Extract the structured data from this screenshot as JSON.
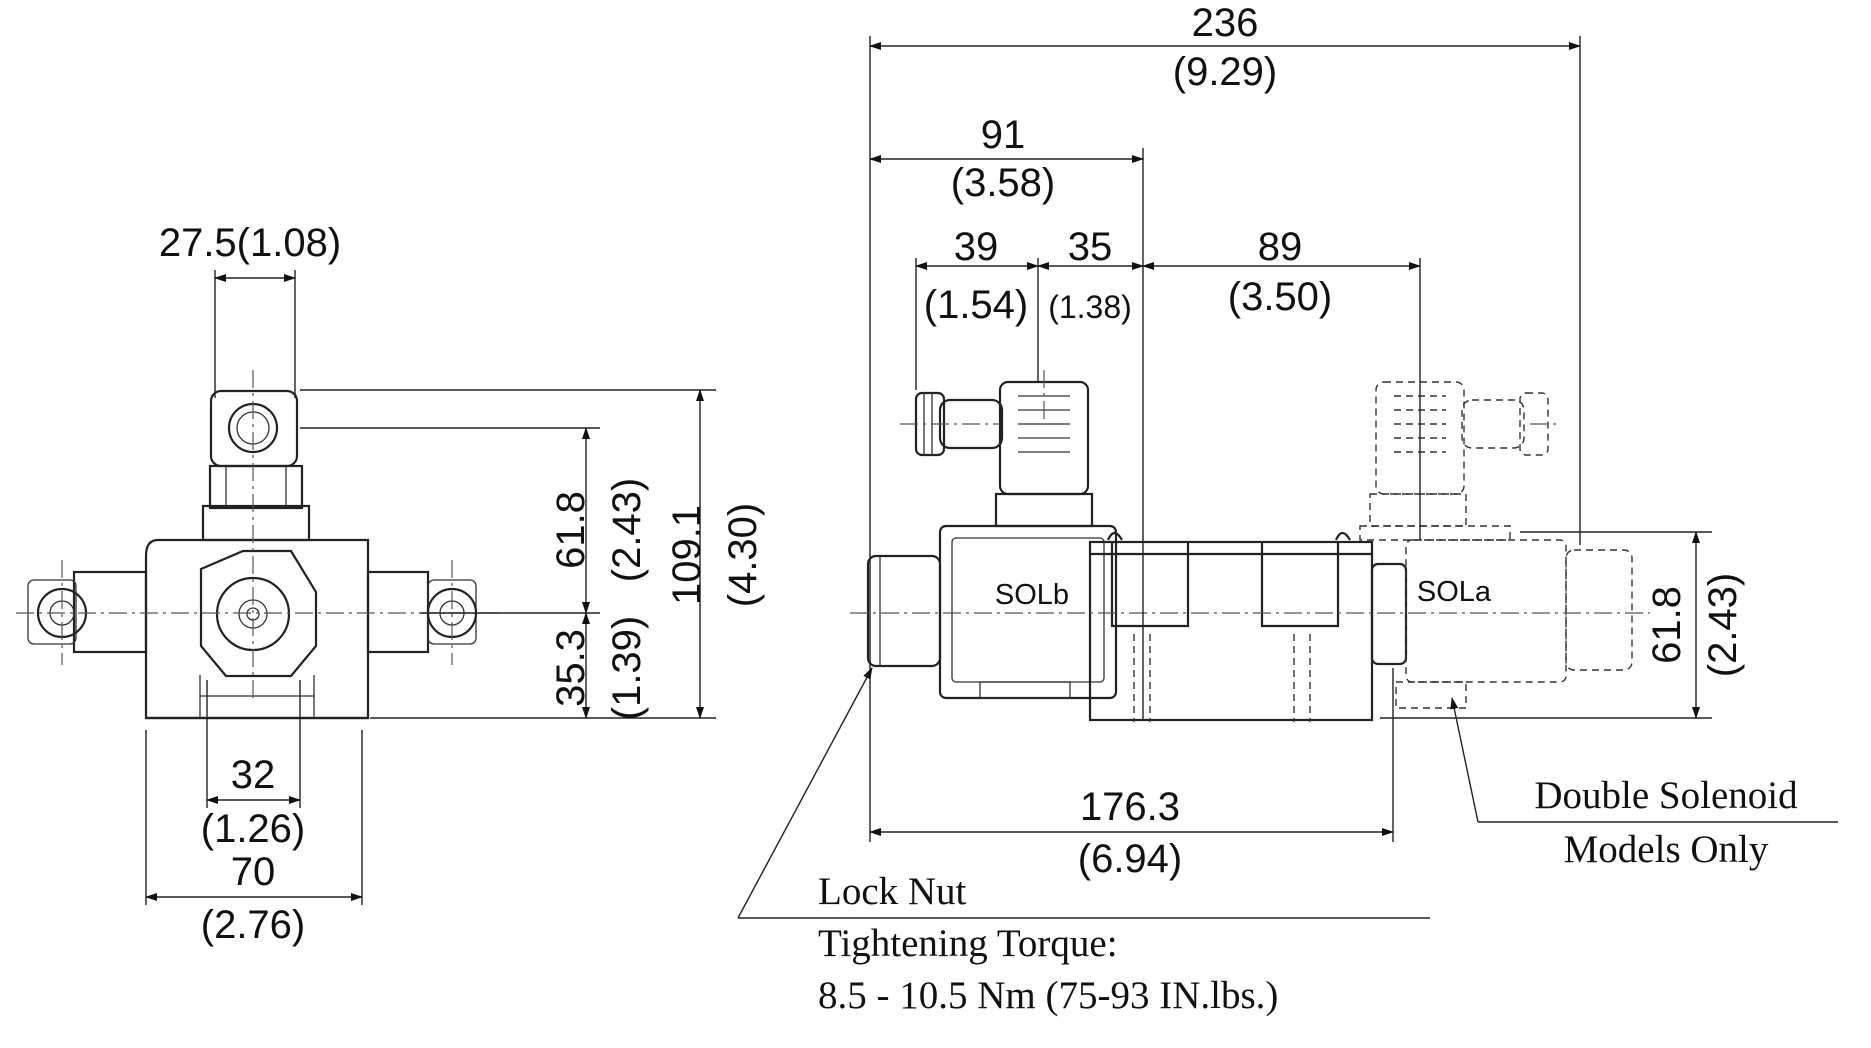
{
  "dimensions": {
    "w27": "27.5(1.08)",
    "h61_8_mm": "61.8",
    "h61_8_in": "(2.43)",
    "h35_3_mm": "35.3",
    "h35_3_in": "(1.39)",
    "h109_1_mm": "109.1",
    "h109_1_in": "(4.30)",
    "w32_mm": "32",
    "w32_in": "(1.26)",
    "w70_mm": "70",
    "w70_in": "(2.76)",
    "w236_mm": "236",
    "w236_in": "(9.29)",
    "w91_mm": "91",
    "w91_in": "(3.58)",
    "w39_mm": "39",
    "w39_in": "(1.54)",
    "w35_mm": "35",
    "w35_in": "(1.38)",
    "w89_mm": "89",
    "w89_in": "(3.50)",
    "w176_mm": "176.3",
    "w176_in": "(6.94)",
    "hr61_8_mm": "61.8",
    "hr61_8_in": "(2.43)"
  },
  "labels": {
    "sol_b": "SOLb",
    "sol_a": "SOLa",
    "double_solenoid_1": "Double Solenoid",
    "double_solenoid_2": "Models Only",
    "lock_nut": "Lock Nut",
    "torque_label": "Tightening Torque:",
    "torque_value": "8.5 - 10.5 Nm (75-93 IN.lbs.)"
  }
}
